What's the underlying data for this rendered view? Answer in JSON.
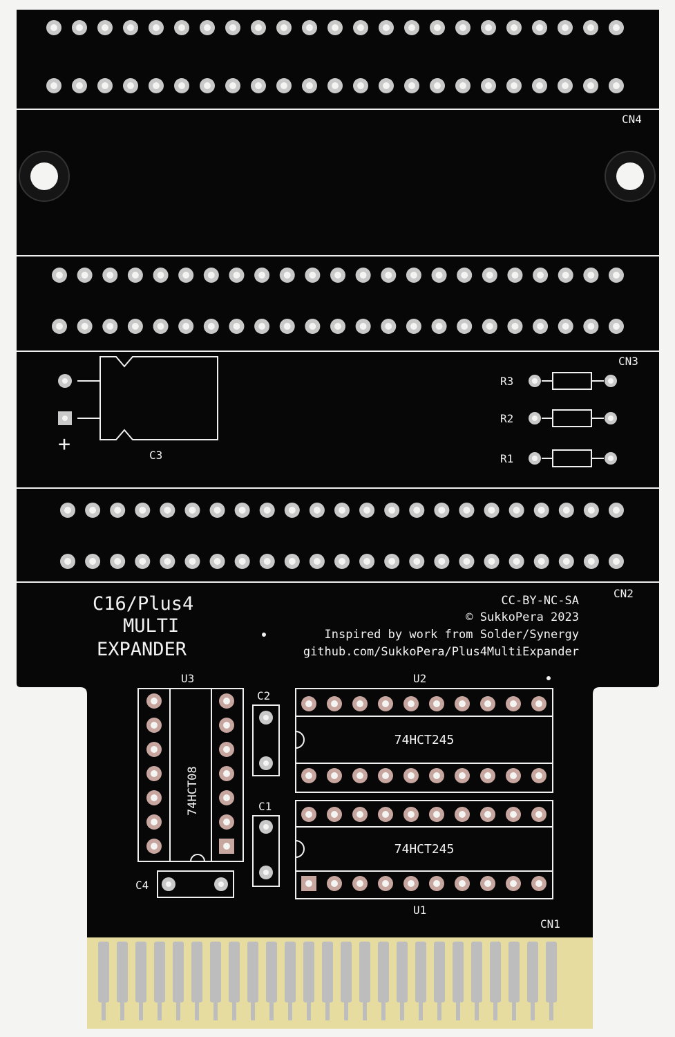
{
  "colors": {
    "background": "#f4f4f2",
    "board": "#070707",
    "silkscreen": "#f0f0f0",
    "pad_silver": "#c9c9c9",
    "pad_copper": "#c8a6a0",
    "fingers_base": "#e6dca0",
    "finger_metal": "#bdbdbd"
  },
  "connector_labels": {
    "cn4": "CN4",
    "cn3": "CN3",
    "cn2": "CN2",
    "cn1": "CN1"
  },
  "title": {
    "line1": "C16/Plus4",
    "line2": "MULTI",
    "line3": "EXPANDER"
  },
  "credits": {
    "license": "CC-BY-NC-SA",
    "author": "© SukkoPera 2023",
    "inspired": "Inspired by work from Solder/Synergy",
    "repo": "github.com/SukkoPera/Plus4MultiExpander"
  },
  "components": {
    "c3": "C3",
    "c3_polarity": "+",
    "r1": "R1",
    "r2": "R2",
    "r3": "R3",
    "u1": "U1",
    "u2": "U2",
    "u3": "U3",
    "u1_part": "74HCT245",
    "u2_part": "74HCT245",
    "u3_part": "74HCT08",
    "c1": "C1",
    "c2": "C2",
    "c4": "C4"
  }
}
